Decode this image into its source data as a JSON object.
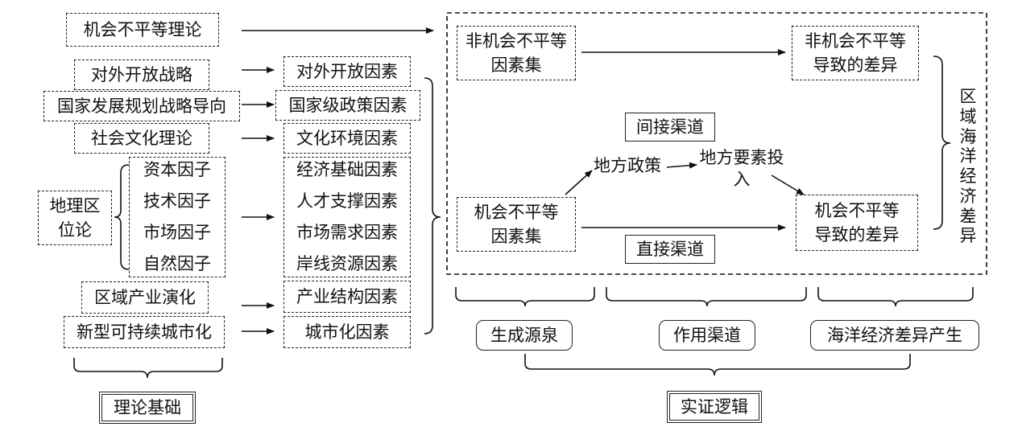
{
  "theory": {
    "title": "理论基础",
    "opportunity_inequality": "机会不平等理论",
    "opening_strategy": "对外开放战略",
    "national_planning": "国家发展规划战略导向",
    "social_culture": "社会文化理论",
    "geo_location": "地理区位论",
    "factors": [
      "资本因子",
      "技术因子",
      "市场因子",
      "自然因子"
    ],
    "industry_evolution": "区域产业演化",
    "urbanization": "新型可持续城市化"
  },
  "factors_col": {
    "opening": "对外开放因素",
    "policy": "国家级政策因素",
    "culture": "文化环境因素",
    "economic": "经济基础因素",
    "talent": "人才支撑因素",
    "market": "市场需求因素",
    "shoreline": "岸线资源因素",
    "industry": "产业结构因素",
    "urban": "城市化因素"
  },
  "empirical": {
    "title": "实证逻辑",
    "non_opp_set": "非机会不平等因素集",
    "non_opp_diff": "非机会不平等导致的差异",
    "opp_set": "机会不平等因素集",
    "opp_diff": "机会不平等导致的差异",
    "indirect": "间接渠道",
    "direct": "直接渠道",
    "local_policy": "地方政策",
    "local_input": "地方要素投入",
    "regional_diff": "区域海洋经济差异",
    "source": "生成源泉",
    "channel": "作用渠道",
    "generation": "海洋经济差异产生"
  }
}
